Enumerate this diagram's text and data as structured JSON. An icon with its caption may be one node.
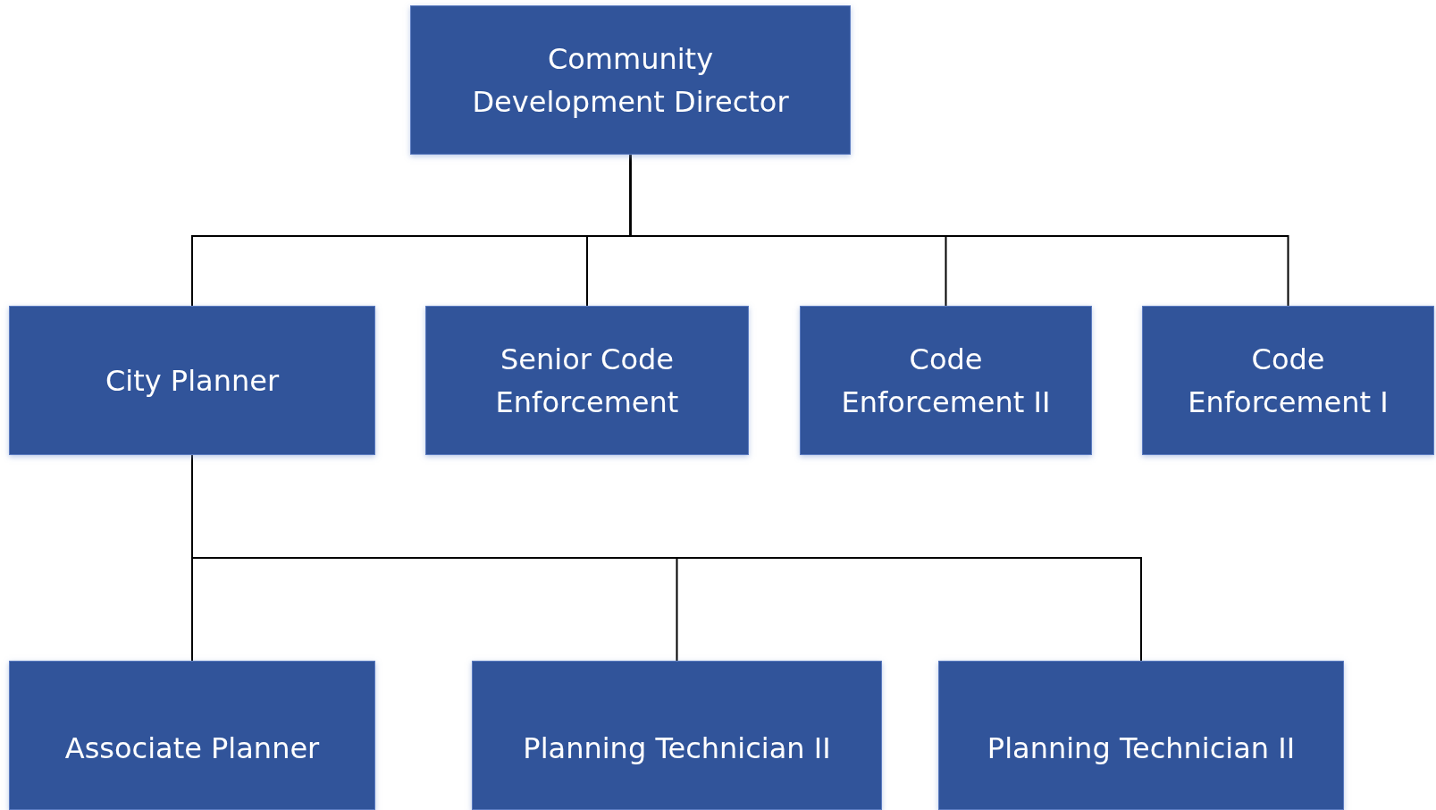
{
  "diagram": {
    "nodes": [
      {
        "text": [
          "Community Development Director"
        ]
      },
      {
        "text": [
          "City Planner"
        ]
      },
      {
        "text": [
          "Senior Code Enforcement"
        ]
      },
      {
        "text": [
          "Code Enforcement II"
        ]
      },
      {
        "text": [
          "Code Enforcement I"
        ]
      },
      {
        "text": [
          "Associate Planner"
        ]
      },
      {
        "text": [
          "Planning Technician II"
        ]
      },
      {
        "text": [
          "Planning Technician II"
        ]
      }
    ],
    "edges": [
      {
        "from": 0,
        "to": 1,
        "arrow": "none"
      },
      {
        "from": 0,
        "to": 2,
        "arrow": "none"
      },
      {
        "from": 0,
        "to": 3,
        "arrow": "none"
      },
      {
        "from": 0,
        "to": 4,
        "arrow": "none"
      },
      {
        "from": 1,
        "to": 5,
        "arrow": "none"
      },
      {
        "from": 1,
        "to": 6,
        "arrow": "none"
      },
      {
        "from": 1,
        "to": 7,
        "arrow": "none"
      }
    ]
  }
}
